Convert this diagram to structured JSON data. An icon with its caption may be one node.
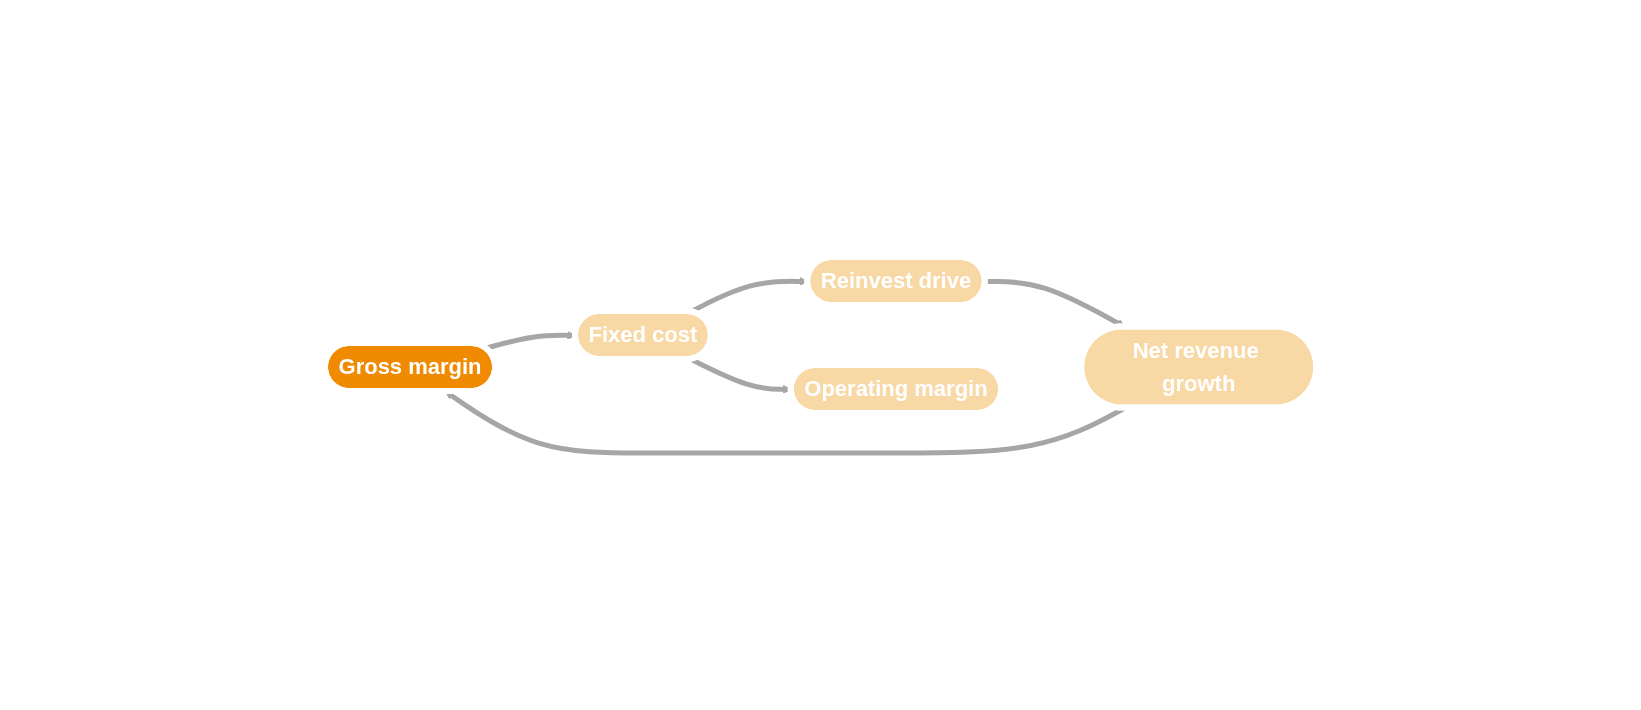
{
  "diagram": {
    "nodes": [
      {
        "text": [
          "Gross margin"
        ]
      },
      {
        "text": [
          "Net revenue growth"
        ]
      },
      {
        "text": [
          "Fixed cost"
        ]
      },
      {
        "text": [
          "Reinvest drive"
        ]
      },
      {
        "text": [
          "Operating margin"
        ]
      }
    ],
    "edges": [
      {
        "from": 1,
        "to": 0,
        "arrow": "to"
      },
      {
        "from": 0,
        "to": 2,
        "arrow": "to"
      },
      {
        "from": 2,
        "to": 4,
        "arrow": "to"
      },
      {
        "from": 2,
        "to": 3,
        "arrow": "to"
      },
      {
        "from": 3,
        "to": 1,
        "arrow": "to"
      }
    ]
  }
}
